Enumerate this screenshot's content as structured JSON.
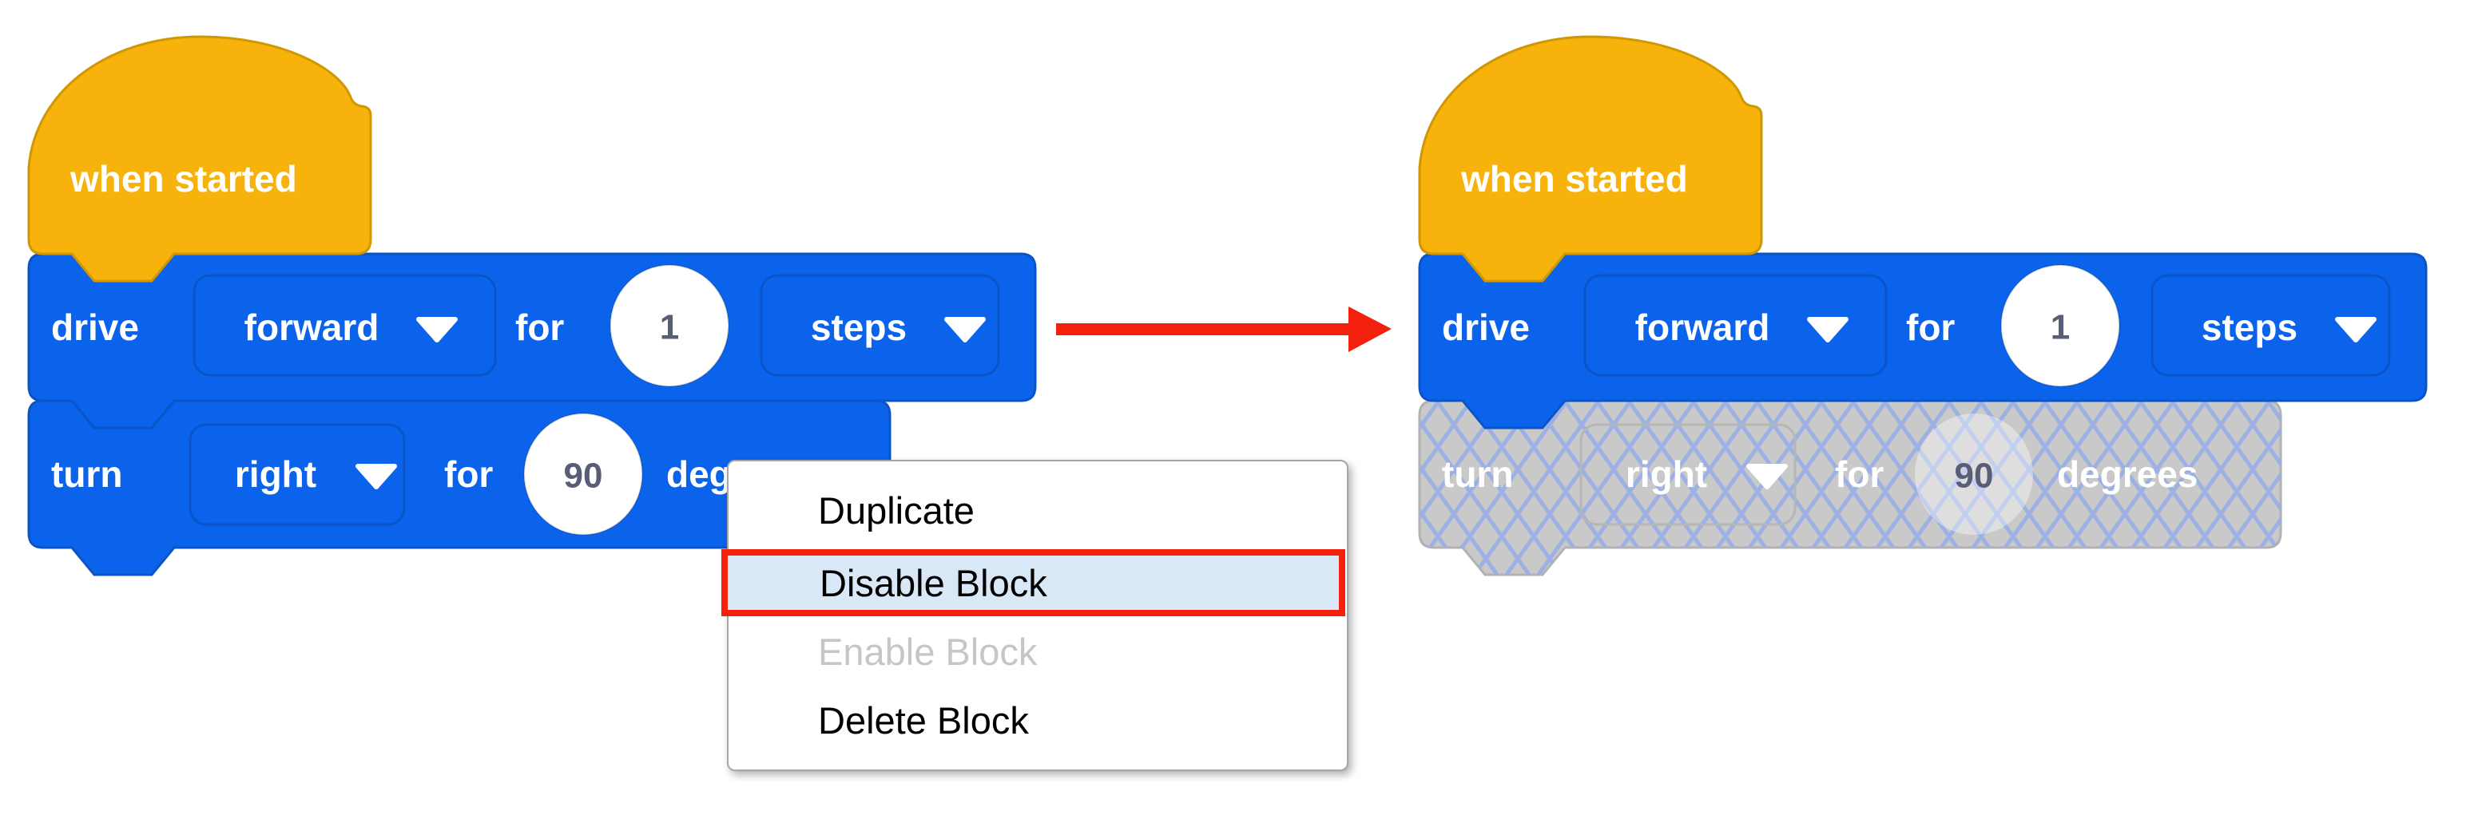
{
  "left_program": {
    "hat_label": "when started",
    "drive_block": {
      "verb": "drive",
      "direction": "forward",
      "for_word": "for",
      "distance": "1",
      "unit": "steps"
    },
    "turn_block": {
      "verb": "turn",
      "direction": "right",
      "for_word": "for",
      "angle": "90",
      "unit": "degrees",
      "state": "enabled"
    }
  },
  "right_program": {
    "hat_label": "when started",
    "drive_block": {
      "verb": "drive",
      "direction": "forward",
      "for_word": "for",
      "distance": "1",
      "unit": "steps"
    },
    "turn_block": {
      "verb": "turn",
      "direction": "right",
      "for_word": "for",
      "angle": "90",
      "unit": "degrees",
      "state": "disabled"
    }
  },
  "context_menu": {
    "items": [
      {
        "label": "Duplicate",
        "state": "normal"
      },
      {
        "label": "Disable Block",
        "state": "highlighted-with-red-annotation"
      },
      {
        "label": "Enable Block",
        "state": "disabled"
      },
      {
        "label": "Delete Block",
        "state": "normal"
      }
    ]
  },
  "arrow_icon": "red-arrow-right",
  "colors": {
    "block_blue": "#0b63ec",
    "block_blue_border": "#0a54c6",
    "hat_yellow": "#f7b30c",
    "hat_yellow_border": "#cf9702",
    "disabled_gray": "#c9c9c9",
    "disabled_gray_border": "#b2b2b2",
    "hatch_line_blue": "#9cb0e3",
    "value_text_slate": "#575e75",
    "annotation_red": "#f2200d",
    "menu_highlight_bg": "#d9e8f6",
    "menu_disabled_text": "#c6c6c6",
    "menu_border": "#a6a6a6"
  }
}
